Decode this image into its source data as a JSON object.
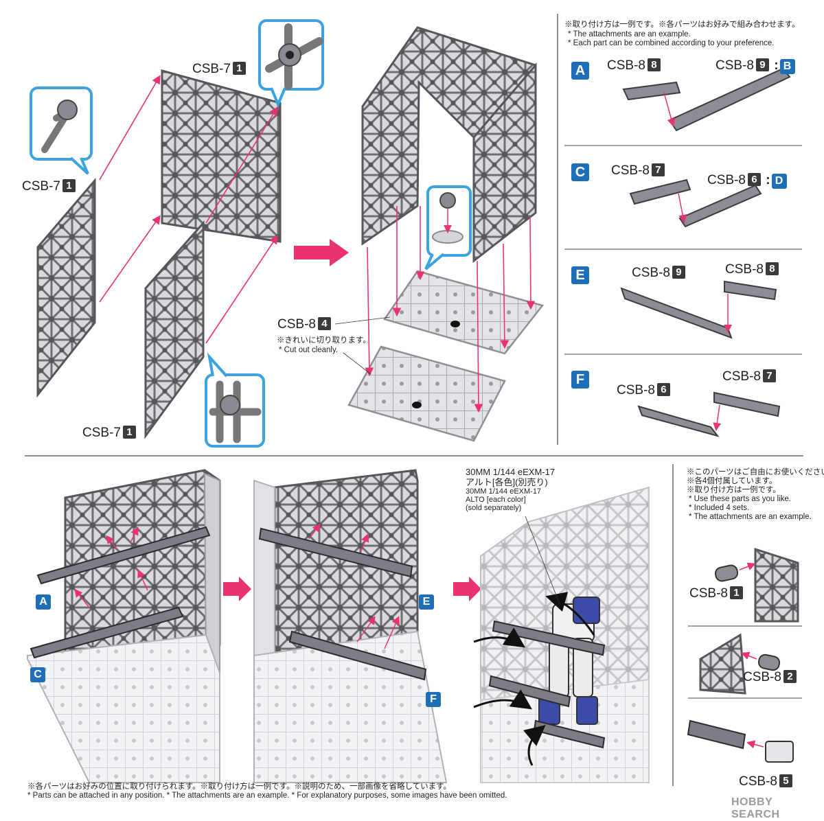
{
  "top_right_notes": {
    "jp": "※取り付け方は一例です。※各パーツはお好みで組み合わせます。",
    "en1": "* The attachments are an example.",
    "en2": "* Each part can be combined according to your preference."
  },
  "top_left": {
    "csb7_top": "CSB-7",
    "csb7_top_num": "1",
    "csb7_left": "CSB-7",
    "csb7_left_num": "1",
    "csb7_bottom": "CSB-7",
    "csb7_bottom_num": "1"
  },
  "top_center": {
    "csb8": "CSB-8",
    "csb8_num": "4",
    "cut_jp": "※きれいに切り取ります。",
    "cut_en": "* Cut out cleanly."
  },
  "options": [
    {
      "tag": "A",
      "left_part": "CSB-8",
      "left_num": "8",
      "right_part": "CSB-8",
      "right_num": "9",
      "right_tag": "B"
    },
    {
      "tag": "C",
      "left_part": "CSB-8",
      "left_num": "7",
      "right_part": "CSB-8",
      "right_num": "6",
      "right_tag": "D"
    },
    {
      "tag": "E",
      "left_part": "CSB-8",
      "left_num": "9",
      "right_part": "CSB-8",
      "right_num": "8"
    },
    {
      "tag": "F",
      "left_part": "CSB-8",
      "left_num": "6",
      "right_part": "CSB-8",
      "right_num": "7"
    }
  ],
  "bottom_mid": {
    "tag_a": "A",
    "tag_c": "C",
    "tag_e": "E",
    "tag_f": "F"
  },
  "kit_note": {
    "line1": "30MM 1/144 eEXM-17",
    "line2": "アルト[各色](別売り)",
    "line3": "30MM 1/144 eEXM-17",
    "line4": "ALTO [each color]",
    "line5": "(sold separately)"
  },
  "bottom_right_notes": {
    "jp1": "※このパーツはご自由にお使いください。",
    "jp2": "※各4個付属しています。",
    "jp3": "※取り付け方は一例です。",
    "en1": "* Use these parts as you like.",
    "en2": "* Included 4 sets.",
    "en3": "* The attachments are an example.",
    "part1": "CSB-8",
    "part1_num": "1",
    "part2": "CSB-8",
    "part2_num": "2",
    "part3": "CSB-8",
    "part3_num": "5"
  },
  "footer": {
    "jp": "※各パーツはお好みの位置に取り付けられます。※取り付け方は一例です。※説明のため、一部画像を省略しています。",
    "en": "* Parts can be attached in any position. * The attachments are an example. * For explanatory purposes, some images have been omitted.",
    "watermark": "HOBBY SEARCH"
  },
  "colors": {
    "accent_pink": "#e8336f",
    "callout_blue": "#3aa3e0",
    "tag_blue": "#1f6fb8",
    "lattice": "#7c7c84",
    "base": "#d8d8dc"
  }
}
